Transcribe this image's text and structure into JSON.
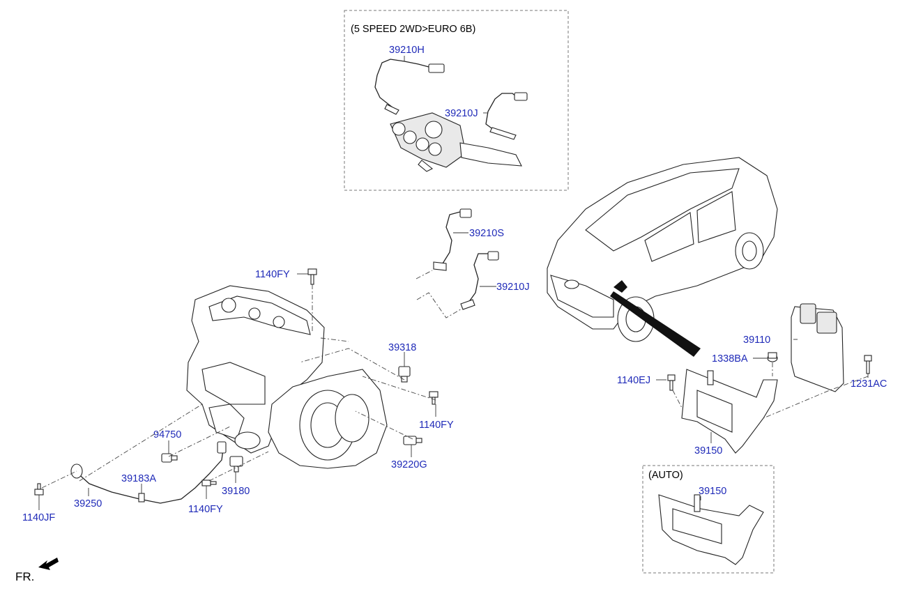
{
  "boxes": {
    "euro6b_caption": "(5 SPEED 2WD>EURO 6B)",
    "auto_caption": "(AUTO)"
  },
  "labels": {
    "p39210H": "39210H",
    "p39210J_box": "39210J",
    "p39210S": "39210S",
    "p39210J": "39210J",
    "p1140FY_top": "1140FY",
    "p39318": "39318",
    "p1140FY_right": "1140FY",
    "p39220G": "39220G",
    "p94750": "94750",
    "p39183A": "39183A",
    "p39250": "39250",
    "p1140JF": "1140JF",
    "p1140FY_bottom": "1140FY",
    "p39180": "39180",
    "p39110": "39110",
    "p1338BA": "1338BA",
    "p1140EJ": "1140EJ",
    "p1231AC": "1231AC",
    "p39150": "39150",
    "p39150_auto": "39150"
  },
  "front_marker": "FR.",
  "colors": {
    "label": "#1f2ab8",
    "caption": "#000000",
    "line": "#222222"
  }
}
